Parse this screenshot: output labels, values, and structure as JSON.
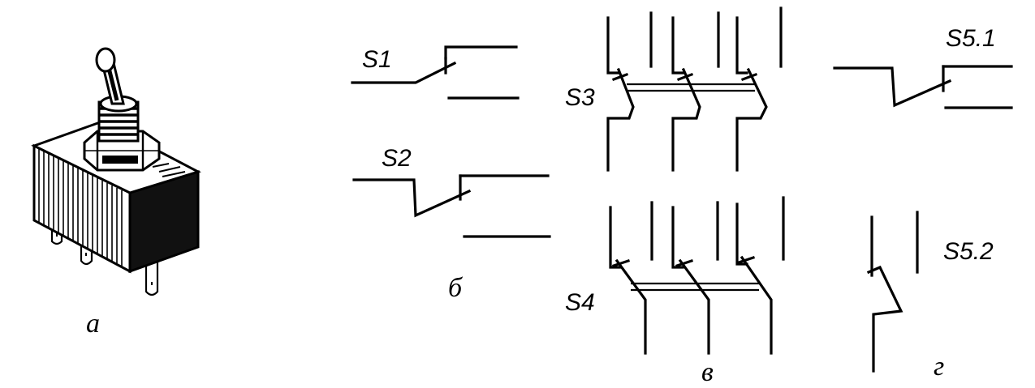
{
  "captions": {
    "a": "а",
    "b": "б",
    "v": "в",
    "g": "г"
  },
  "labels": {
    "s1": "S1",
    "s2": "S2",
    "s3": "S3",
    "s4": "S4",
    "s5_1": "S5.1",
    "s5_2": "S5.2"
  }
}
